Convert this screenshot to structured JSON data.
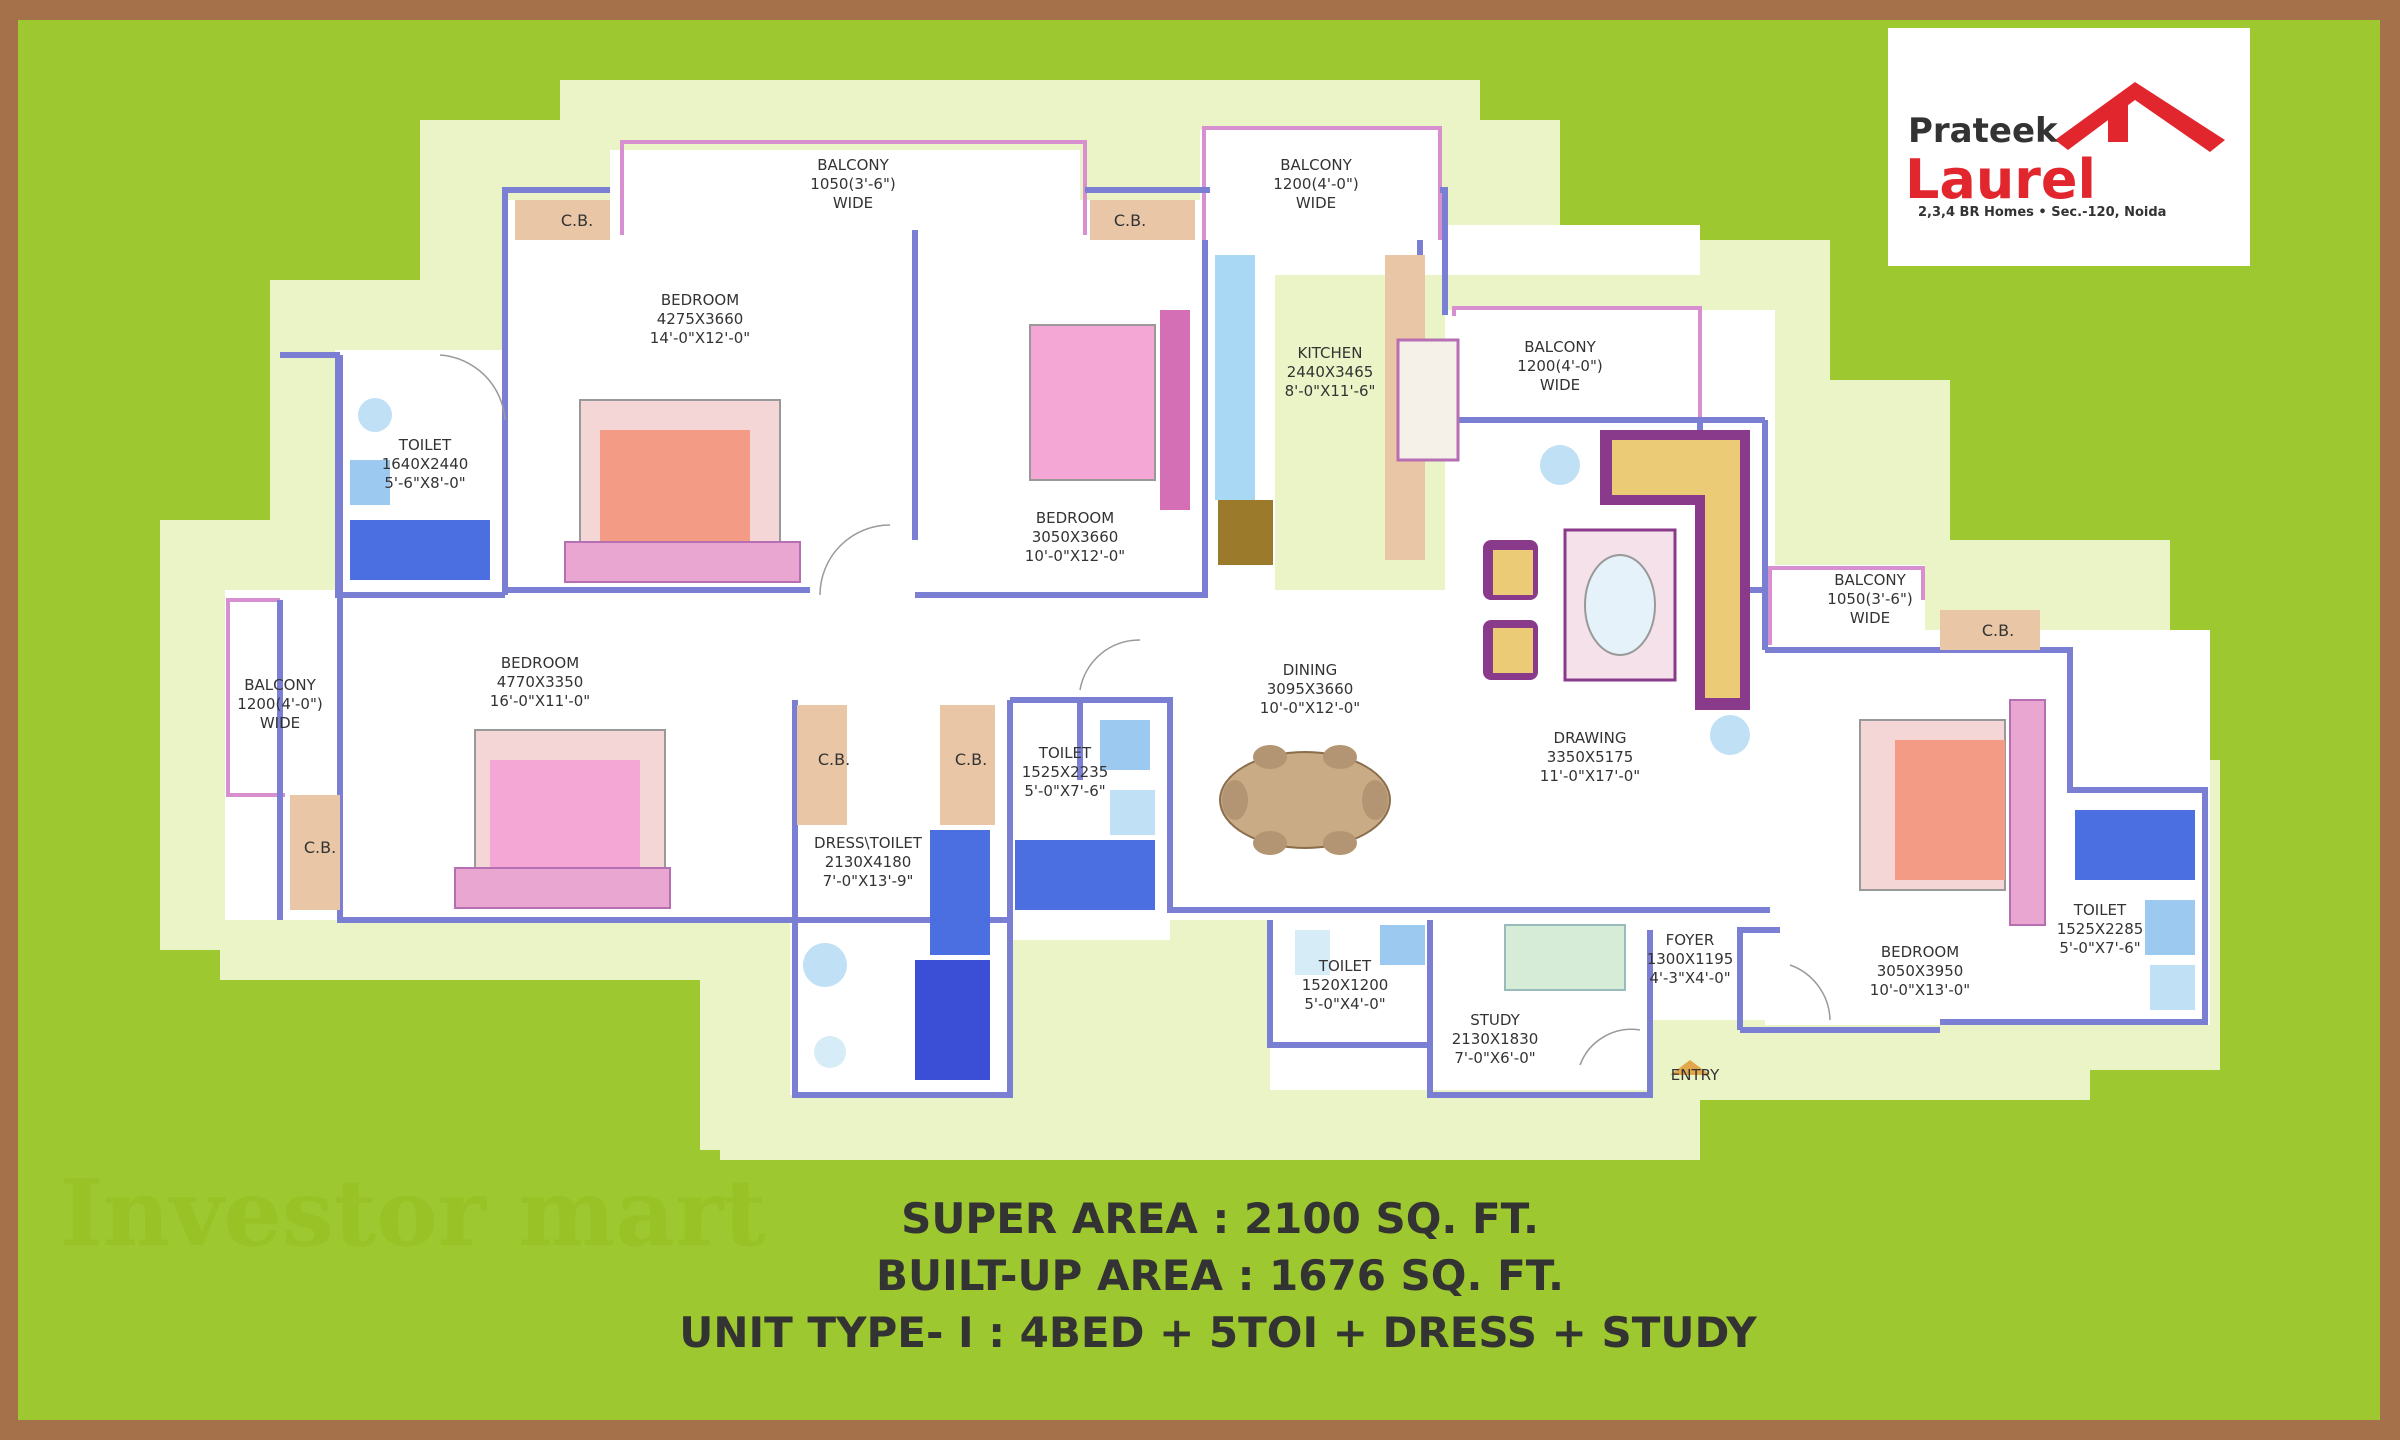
{
  "logo": {
    "line1": "Prateek",
    "line2": "Laurel",
    "tagline": "2,3,4 BR Homes • Sec.-120, Noida"
  },
  "watermark": "Investor mart",
  "rooms": {
    "balcony_top_left": [
      "BALCONY",
      "1050(3'-6\")",
      "WIDE"
    ],
    "balcony_top_mid": [
      "BALCONY",
      "1200(4'-0\")",
      "WIDE"
    ],
    "balcony_kitchen": [
      "BALCONY",
      "1200(4'-0\")",
      "WIDE"
    ],
    "balcony_left": [
      "BALCONY",
      "1200(4'-0\")",
      "WIDE"
    ],
    "balcony_right": [
      "BALCONY",
      "1050(3'-6\")",
      "WIDE"
    ],
    "bedroom_top_left": [
      "BEDROOM",
      "4275X3660",
      "14'-0\"X12'-0\""
    ],
    "bedroom_mid": [
      "BEDROOM",
      "3050X3660",
      "10'-0\"X12'-0\""
    ],
    "bedroom_left": [
      "BEDROOM",
      "4770X3350",
      "16'-0\"X11'-0\""
    ],
    "bedroom_right": [
      "BEDROOM",
      "3050X3950",
      "10'-0\"X13'-0\""
    ],
    "kitchen": [
      "KITCHEN",
      "2440X3465",
      "8'-0\"X11'-6\""
    ],
    "toilet_top_left": [
      "TOILET",
      "1640X2440",
      "5'-6\"X8'-0\""
    ],
    "toilet_center": [
      "TOILET",
      "1525X2235",
      "5'-0\"X7'-6\""
    ],
    "toilet_bottom": [
      "TOILET",
      "1520X1200",
      "5'-0\"X4'-0\""
    ],
    "toilet_right": [
      "TOILET",
      "1525X2285",
      "5'-0\"X7'-6\""
    ],
    "dress_toilet": [
      "DRESS\\TOILET",
      "2130X4180",
      "7'-0\"X13'-9\""
    ],
    "dining": [
      "DINING",
      "3095X3660",
      "10'-0\"X12'-0\""
    ],
    "drawing": [
      "DRAWING",
      "3350X5175",
      "11'-0\"X17'-0\""
    ],
    "study": [
      "STUDY",
      "2130X1830",
      "7'-0\"X6'-0\""
    ],
    "foyer": [
      "FOYER",
      "1300X1195",
      "4'-3\"X4'-0\""
    ],
    "entry": "ENTRY",
    "cb": "C.B."
  },
  "summary": {
    "super_area": "SUPER AREA : 2100 SQ. FT.",
    "built_up_area": "BUILT-UP AREA : 1676 SQ. FT.",
    "unit_type": "UNIT TYPE- I : 4BED + 5TOI + DRESS + STUDY"
  },
  "colors": {
    "frame": "#a4714a",
    "background": "#9dc82f",
    "floor": "#ffffff",
    "halo": "#eaf4c6",
    "walls": "#7b7fd4",
    "balcony_rail": "#d88fd0",
    "bed": "#f4a6d4",
    "bed_accent": "#f39b84",
    "cupboard": "#e9c6a6",
    "sofa": "#eccb77",
    "sofa_frame": "#8a3a8a",
    "logo_red": "#e2262d"
  }
}
